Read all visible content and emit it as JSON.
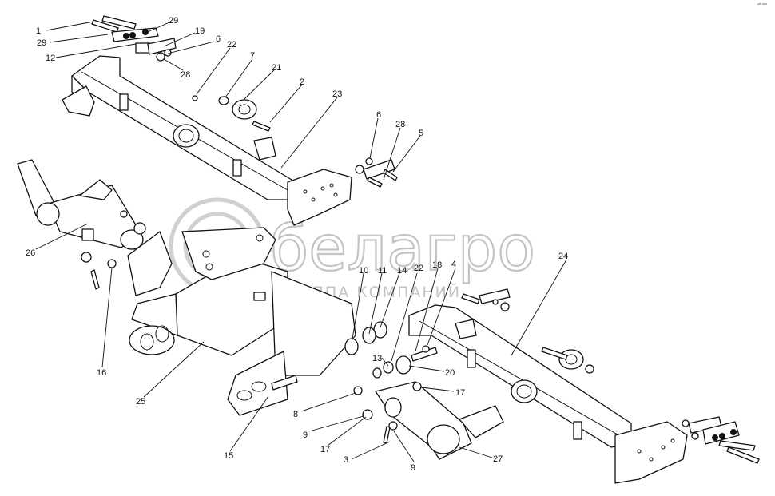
{
  "watermark": {
    "brand": "белагро",
    "subtitle": "ГРУППА КОМПАНИЙ"
  },
  "corner_mark": "ᵃᴿ ⁰⁰⁰",
  "callouts": [
    {
      "text": "1"
    },
    {
      "text": "29"
    },
    {
      "text": "12"
    },
    {
      "text": "29"
    },
    {
      "text": "19"
    },
    {
      "text": "6"
    },
    {
      "text": "22"
    },
    {
      "text": "28"
    },
    {
      "text": "7"
    },
    {
      "text": "21"
    },
    {
      "text": "2"
    },
    {
      "text": "23"
    },
    {
      "text": "6"
    },
    {
      "text": "28"
    },
    {
      "text": "5"
    },
    {
      "text": "26"
    },
    {
      "text": "16"
    },
    {
      "text": "25"
    },
    {
      "text": "10"
    },
    {
      "text": "11"
    },
    {
      "text": "14"
    },
    {
      "text": "22"
    },
    {
      "text": "18"
    },
    {
      "text": "4"
    },
    {
      "text": "24"
    },
    {
      "text": "13"
    },
    {
      "text": "20"
    },
    {
      "text": "17"
    },
    {
      "text": "8"
    },
    {
      "text": "9"
    },
    {
      "text": "17"
    },
    {
      "text": "15"
    },
    {
      "text": "3"
    },
    {
      "text": "9"
    },
    {
      "text": "27"
    }
  ]
}
